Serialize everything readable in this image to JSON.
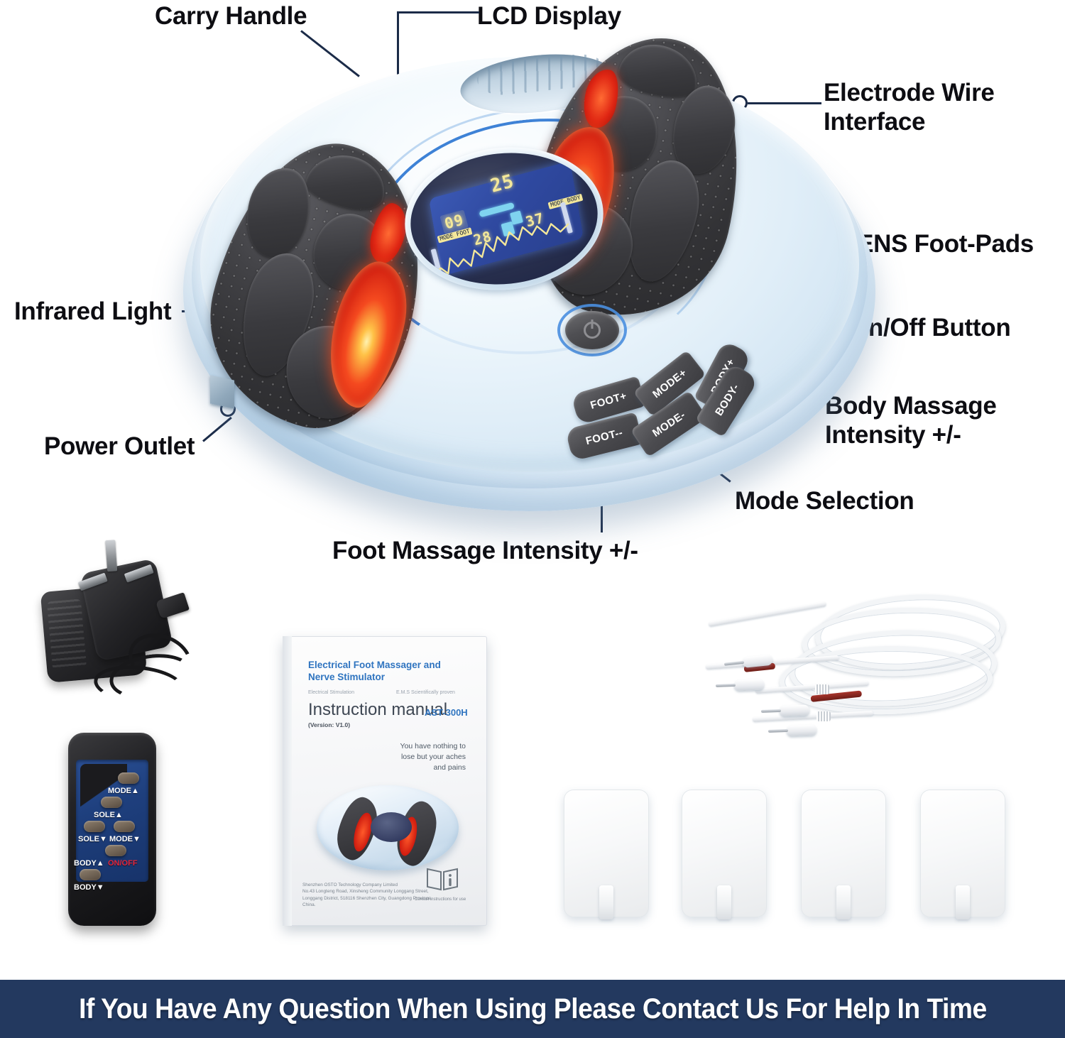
{
  "product": {
    "name": "Electrical Foot Massager and Nerve Stimulator",
    "model": "AST-300H"
  },
  "callouts": [
    {
      "id": "carry-handle",
      "label": "Carry Handle"
    },
    {
      "id": "lcd-display",
      "label": "LCD Display"
    },
    {
      "id": "electrode-wire",
      "label": "Electrode Wire\nInterface"
    },
    {
      "id": "tens-foot-pads",
      "label": "TENS Foot-Pads"
    },
    {
      "id": "on-off-button",
      "label": "On/Off Button"
    },
    {
      "id": "body-intensity",
      "label": "Body Massage\nIntensity +/-"
    },
    {
      "id": "mode-selection",
      "label": "Mode Selection"
    },
    {
      "id": "foot-intensity",
      "label": "Foot Massage Intensity +/-"
    },
    {
      "id": "infrared-light",
      "label": "Infrared Light"
    },
    {
      "id": "power-outlet",
      "label": "Power Outlet"
    }
  ],
  "device": {
    "control_buttons": [
      {
        "id": "foot-plus",
        "label": "FOOT+"
      },
      {
        "id": "mode-plus",
        "label": "MODE+"
      },
      {
        "id": "body-plus",
        "label": "BODY+"
      },
      {
        "id": "foot-minus",
        "label": "FOOT--"
      },
      {
        "id": "mode-minus",
        "label": "MODE-"
      },
      {
        "id": "body-minus",
        "label": "BODY-"
      }
    ],
    "lcd": {
      "timer": "25",
      "level_left": "09",
      "value_mid": "28",
      "value_right": "37",
      "chip_a": "MODE\nFOOT",
      "chip_b": "MODE\nBODY"
    }
  },
  "remote": {
    "buttons": [
      {
        "id": "mode-up",
        "label": "MODE▲"
      },
      {
        "id": "sole-up",
        "label": "SOLE▲"
      },
      {
        "id": "sole-down",
        "label": "SOLE▼"
      },
      {
        "id": "mode-down",
        "label": "MODE▼"
      },
      {
        "id": "body-up",
        "label": "BODY▲"
      },
      {
        "id": "body-down",
        "label": "BODY▼"
      }
    ],
    "power_label": "ON/OFF"
  },
  "manual": {
    "title": "Electrical Foot Massager and\nNerve Stimulator",
    "subtitle_left": "Electrical Stimulation",
    "subtitle_right": "E.M.S Scientifically proven",
    "heading": "Instruction manual",
    "model": "AST-300H",
    "version": "(Version: V1.0)",
    "tagline": "You have nothing to lose but your aches and pains",
    "company": "Shenzhen OSTO Technology Company Limited\nNo.43 Longteng Road, Xinsheng Community Longgang Street,\nLonggang District, 518116 Shenzhen City, Guangdong Province, China.",
    "icon_caption": "Consult instructions for use"
  },
  "banner": {
    "text": "If You Have Any Question When Using Please Contact Us For Help In Time"
  },
  "colors": {
    "banner_bg": "#23395f",
    "leader_line": "#1b2b48",
    "accent_blue": "#3e82d6",
    "infrared_red": "#e02714",
    "label_text": "#0d0d12"
  }
}
